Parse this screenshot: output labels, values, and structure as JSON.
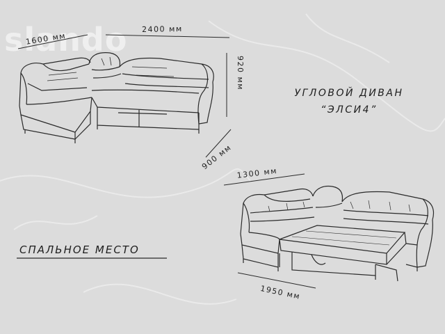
{
  "watermark": "slando",
  "product": {
    "type_label": "УГЛОВОЙ ДИВАН",
    "name_label": "“ЭЛСИ4”"
  },
  "dimensions": {
    "left_width": "1600 мм",
    "total_width": "2400 мм",
    "height": "920 мм",
    "depth": "900 мм",
    "sleep_depth": "1300 мм",
    "sleep_length": "1950 мм"
  },
  "sleeping_place_label": "СПАЛЬНОЕ МЕСТО",
  "colors": {
    "background": "#dcdcdc",
    "line": "#2a2a2a",
    "text": "#1e1e1e"
  }
}
